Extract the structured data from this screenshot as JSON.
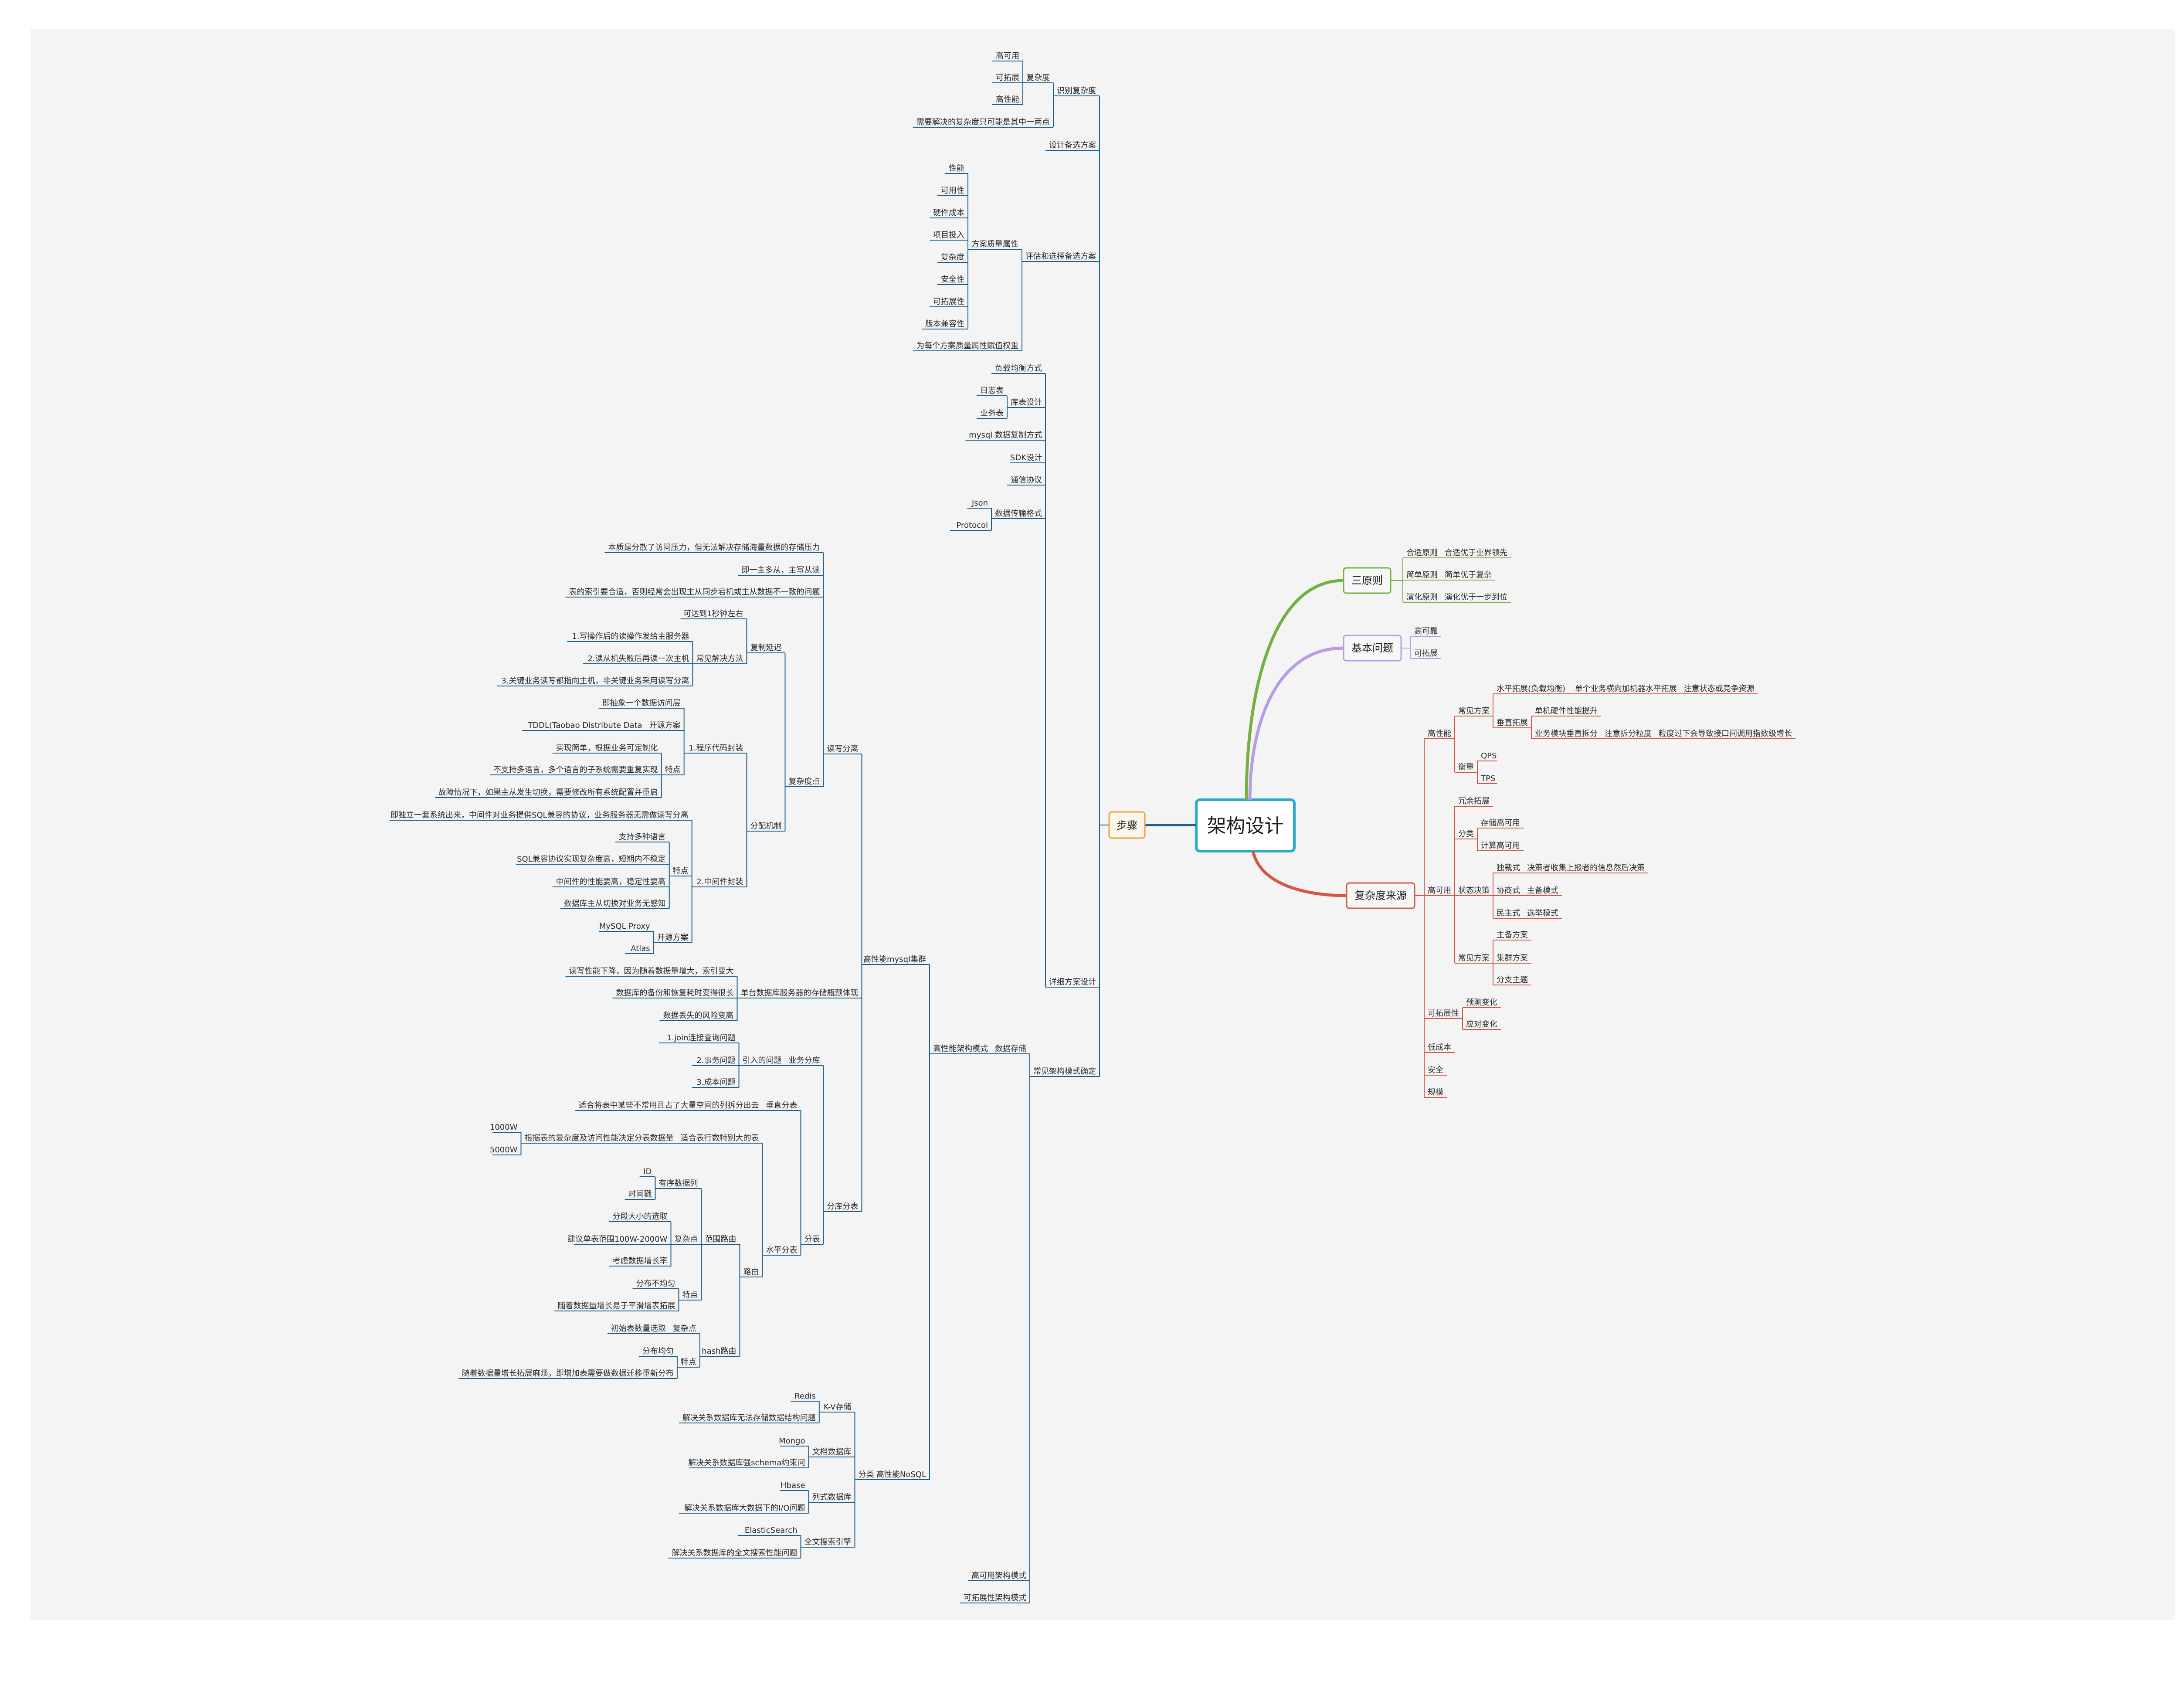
{
  "root": "架构设计",
  "colors": {
    "steps": "#1b5f8f",
    "three": "#76b043",
    "basic": "#b89ce4",
    "complexity": "#d2594a",
    "root_border": "#2aa9c9",
    "steps_box": "#e9a13b"
  },
  "three_principles": {
    "title": "三原则",
    "items": [
      {
        "label": "合适原则",
        "desc": "合适优于业界领先"
      },
      {
        "label": "简单原则",
        "desc": "简单优于复杂"
      },
      {
        "label": "演化原则",
        "desc": "演化优于一步到位"
      }
    ]
  },
  "basic_problems": {
    "title": "基本问题",
    "items": [
      "高可靠",
      "可拓展"
    ]
  },
  "complexity": {
    "title": "复杂度来源",
    "perf": {
      "label": "高性能",
      "common_label": "常见方案",
      "horizontal": "水平拓展(负载均衡)",
      "h_detail": "单个业务横向加机器水平拓展",
      "h_note": "注意状态或竞争资源",
      "vertical": "垂直拓展",
      "v1": "单机硬件性能提升",
      "v2": "业务模块垂直拆分",
      "v2_note": "注意拆分粒度",
      "v2_note2": "粒度过下会导致接口间调用指数级增长",
      "measure": "衡量",
      "qps": "QPS",
      "tps": "TPS"
    },
    "ha": {
      "label": "高可用",
      "redundancy": "冗余拓展",
      "cls": "分类",
      "storage": "存储高可用",
      "compute": "计算高可用",
      "state": "状态决策",
      "s1": "独裁式",
      "s1d": "决策者收集上报者的信息然后决策",
      "s2": "协商式",
      "s2d": "主备模式",
      "s3": "民主式",
      "s3d": "选举模式",
      "common": "常见方案",
      "c1": "主备方案",
      "c2": "集群方案",
      "c3": "分支主题"
    },
    "scal": {
      "label": "可拓展性",
      "a": "预测变化",
      "b": "应对变化"
    },
    "others": [
      "低成本",
      "安全",
      "规模"
    ]
  },
  "steps": {
    "title": "步骤",
    "identify": {
      "label": "识别复杂度",
      "complexity": "复杂度",
      "items": [
        "高可用",
        "可拓展",
        "高性能"
      ],
      "note": "需要解决的复杂度只可能是其中一两点"
    },
    "design": "设计备选方案",
    "evaluate": {
      "label": "评估和选择备选方案",
      "attrs_label": "方案质量属性",
      "attrs": [
        "性能",
        "可用性",
        "硬件成本",
        "项目投入",
        "复杂度",
        "安全性",
        "可拓展性",
        "版本兼容性"
      ],
      "weight": "为每个方案质量属性赋值权重"
    },
    "detail": {
      "label": "详细方案设计",
      "lb": "负载均衡方式",
      "db": "库表设计",
      "db_items": [
        "日志表",
        "业务表"
      ],
      "mysql_rep": "mysql 数据复制方式",
      "sdk": "SDK设计",
      "protocol": "通信协议",
      "transfer": "数据传输格式",
      "transfer_items": [
        "Json",
        "Protocol"
      ]
    },
    "patterns": {
      "label": "常见架构模式确定",
      "storage": "数据存储",
      "hp": "高性能架构模式",
      "ha": "高可用架构模式",
      "scal": "可拓展性架构模式",
      "mysql": {
        "label": "高性能mysql集群",
        "rw": {
          "label": "读写分离",
          "a": "本质是分散了访问压力，但无法解决存储海量数据的存储压力",
          "b": "即一主多从，主写从读",
          "c": "表的索引要合适，否则经常会出现主从同步宕机或主从数据不一致的问题",
          "complexity": "复杂度点",
          "delay": "复制延迟",
          "delay_a": "可达到1秒钟左右",
          "delay_methods": "常见解决方法",
          "m1": "1.写操作后的读操作发给主服务器",
          "m2": "2.读从机失败后再读一次主机",
          "m3": "3.关键业务读写都指向主机，非关键业务采用读写分离",
          "dist": "分配机制",
          "code": "1.程序代码封装",
          "code_a": "即抽象一个数据访问层",
          "open": "开源方案",
          "tddl": "TDDL(Taobao Distribute Data",
          "feat": "特点",
          "f1": "实现简单，根据业务可定制化",
          "f2": "不支持多语言，多个语言的子系统需要重复实现",
          "f3": "故障情况下，如果主从发生切换，需要修改所有系统配置并重启",
          "mid": "2.中间件封装",
          "mid_a": "即独立一套系统出来，中间件对业务提供SQL兼容的协议，业务服务器无需做读写分离",
          "mf1": "支持多种语言",
          "mf2": "SQL兼容协议实现复杂度高，短期内不稳定",
          "mf3": "中间件的性能要高，稳定性要高",
          "mf4": "数据库主从切换对业务无感知",
          "mopen": "开源方案",
          "mp1": "MySQL Proxy",
          "mp2": "Atlas"
        },
        "bottleneck": {
          "label": "单台数据库服务器的存储瓶颈体现",
          "a": "读写性能下降，因为随着数据量增大，索引变大",
          "b": "数据库的备份和恢复耗时变得很长",
          "c": "数据丢失的风险变高"
        },
        "sharding": {
          "label": "分库分表",
          "biz": "业务分库",
          "issues": "引入的问题",
          "i1": "1.join连接查询问题",
          "i2": "2.事务问题",
          "i3": "3.成本问题",
          "table": "分表",
          "vert": "垂直分表",
          "vert_a": "适合将表中某些不常用且占了大量空间的列拆分出去",
          "horiz": "水平分表",
          "horiz_a": "适合表行数特别大的表",
          "horiz_b": "根据表的复杂度及访问性能决定分表数据量",
          "n1": "1000W",
          "n2": "5000W",
          "routing": "路由",
          "range": "范围路由",
          "ordered": "有序数据列",
          "o1": "ID",
          "o2": "时间戳",
          "rc": "复杂点",
          "rc1": "分段大小的选取",
          "rc2": "建议单表范围100W-2000W",
          "rc3": "考虑数据增长率",
          "rf": "特点",
          "rf1": "分布不均匀",
          "rf2": "随着数据量增长易于平滑增表拓展",
          "hash": "hash路由",
          "hc": "复杂点",
          "hc1": "初始表数量选取",
          "hf": "特点",
          "hf1": "分布均匀",
          "hf2": "随着数据量增长拓展麻烦，即增加表需要做数据迁移重新分布"
        }
      },
      "nosql": {
        "label": "高性能NoSQL",
        "cls": "分类",
        "kv": "K-V存储",
        "kv1": "Redis",
        "kv2": "解决关系数据库无法存储数据结构问题",
        "doc": "文档数据库",
        "doc1": "Mongo",
        "doc2": "解决关系数据库强schema约束问",
        "col": "列式数据库",
        "col1": "Hbase",
        "col2": "解决关系数据库大数据下的I/O问题",
        "fts": "全文搜索引擎",
        "fts1": "ElasticSearch",
        "fts2": "解决关系数据库的全文搜索性能问题"
      }
    }
  }
}
